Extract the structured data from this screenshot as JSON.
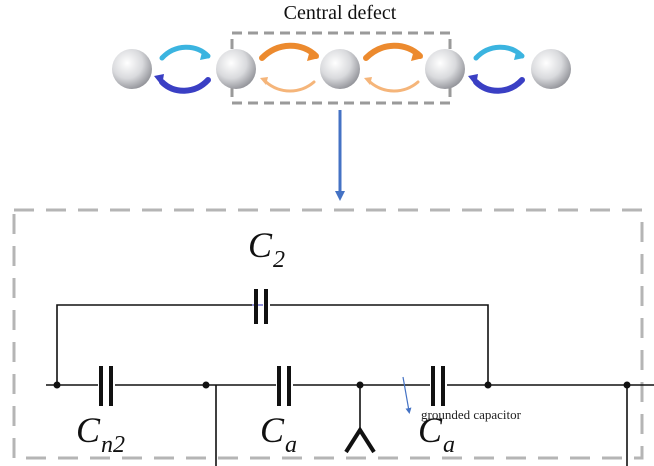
{
  "chain": {
    "title": "Central defect",
    "colors": {
      "outer_coupling_light": "#3bb4e0",
      "outer_coupling_dark": "#3a3fc4",
      "defect_coupling_dark": "#ec8a2e",
      "defect_coupling_light": "#f5b57a",
      "atom": "#d9dadd",
      "defect_box": "#9a9a9a",
      "arrow": "#4472c4"
    },
    "sites": 5
  },
  "circuit": {
    "labels": {
      "c2_base": "C",
      "c2_sub": "2",
      "cn2_base": "C",
      "cn2_sub": "n2",
      "ca1_base": "C",
      "ca1_sub": "a",
      "ca2_base": "C",
      "ca2_sub": "a"
    },
    "annotation": "grounded capacitor",
    "colors": {
      "wire": "#111111",
      "box": "#b5b5b5",
      "arrow": "#4472c4"
    }
  }
}
